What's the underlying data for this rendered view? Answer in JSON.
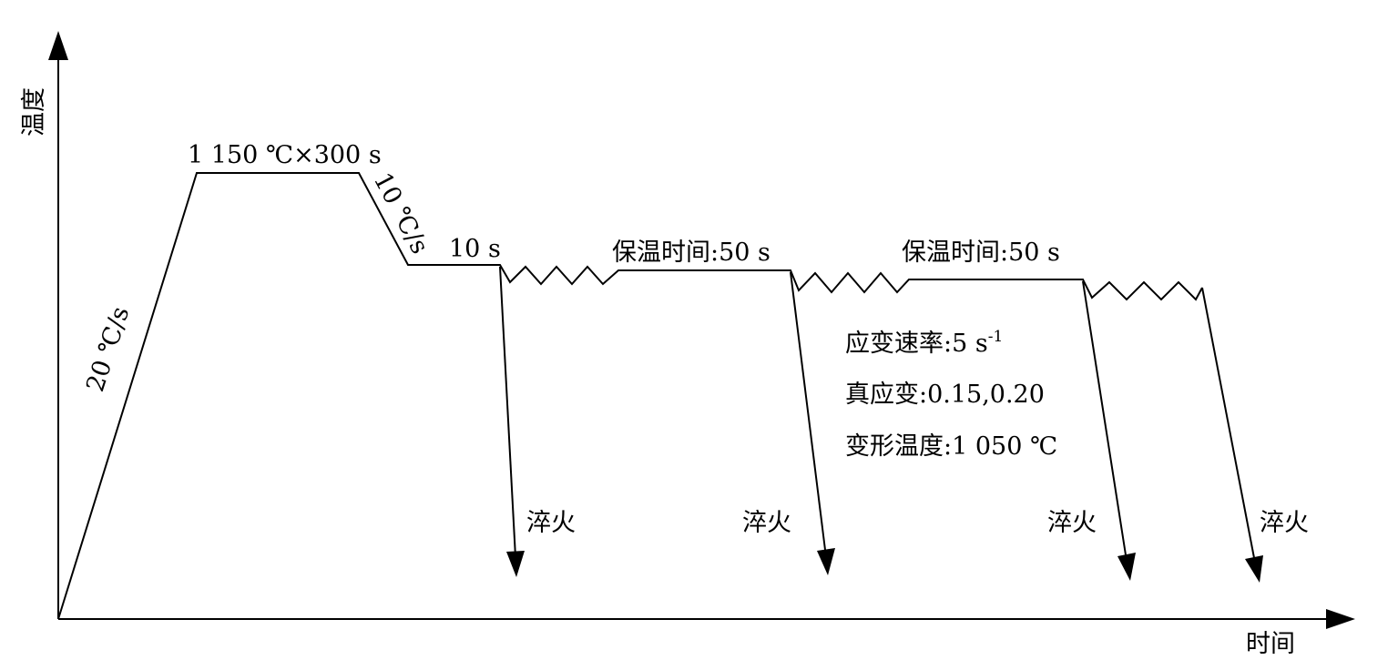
{
  "axes": {
    "y_label": "温度",
    "x_label": "时间"
  },
  "segments": {
    "heating_rate": "20 ℃/s",
    "soak": "1 150 ℃×300 s",
    "cooling_rate": "10 ℃/s",
    "hold": "10 s",
    "interpass_1": "保温时间:50 s",
    "interpass_2": "保温时间:50 s"
  },
  "parameters": {
    "strain_rate_prefix": "应变速率:5 s",
    "strain_rate_exp": "-1",
    "true_strain": "真应变:0.15,0.20",
    "deform_temp": "变形温度:1 050 ℃"
  },
  "quench_labels": [
    "淬火",
    "淬火",
    "淬火",
    "淬火"
  ],
  "colors": {
    "line": "#000000",
    "background": "#ffffff"
  }
}
